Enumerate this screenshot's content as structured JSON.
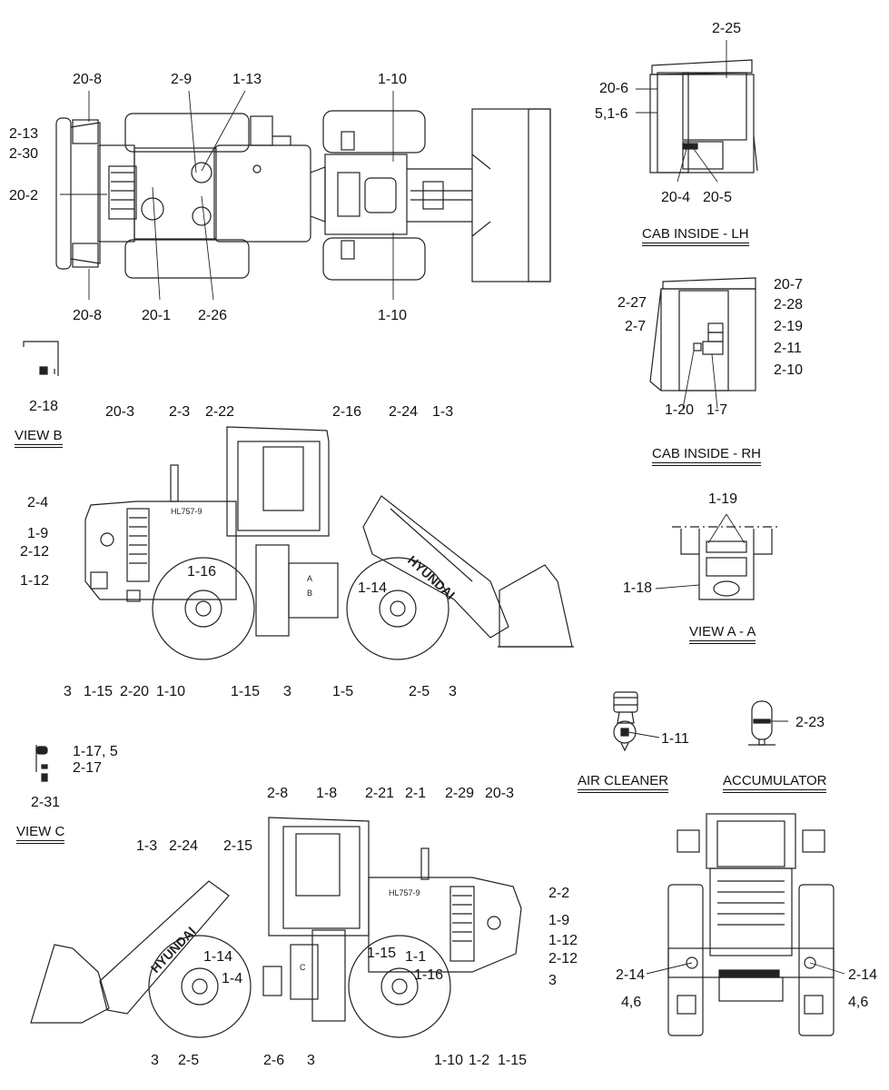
{
  "titles": {
    "view_b": "VIEW B",
    "view_c": "VIEW C",
    "cab_lh": "CAB INSIDE - LH",
    "cab_rh": "CAB INSIDE - RH",
    "view_aa": "VIEW A - A",
    "air_cleaner": "AIR CLEANER",
    "accumulator": "ACCUMULATOR"
  },
  "callouts": {
    "top": [
      "20-8",
      "2-9",
      "1-13",
      "1-10",
      "2-13",
      "2-30",
      "20-2",
      "20-8",
      "20-1",
      "2-26",
      "1-10"
    ],
    "cab_lh": [
      "2-25",
      "20-6",
      "5,1-6",
      "20-4",
      "20-5"
    ],
    "cab_rh": [
      "20-7",
      "2-27",
      "2-28",
      "2-7",
      "2-19",
      "2-11",
      "2-10",
      "1-20",
      "1-7"
    ],
    "view_b": [
      "2-18"
    ],
    "left_side": [
      "20-3",
      "2-3",
      "2-22",
      "2-16",
      "2-24",
      "1-3",
      "2-4",
      "1-9",
      "2-12",
      "1-12",
      "1-16",
      "1-14",
      "3",
      "1-15",
      "2-20",
      "1-10",
      "1-15",
      "3",
      "1-5",
      "2-5",
      "3"
    ],
    "view_aa": [
      "1-19",
      "1-18"
    ],
    "air_cleaner": [
      "1-11"
    ],
    "accumulator": [
      "2-23"
    ],
    "view_c": [
      "1-17, 5",
      "2-17",
      "2-31"
    ],
    "right_side": [
      "2-8",
      "1-8",
      "2-21",
      "2-1",
      "2-29",
      "20-3",
      "1-3",
      "2-24",
      "2-15",
      "2-2",
      "1-9",
      "1-12",
      "2-12",
      "1-14",
      "1-4",
      "1-15",
      "1-1",
      "1-16",
      "3",
      "3",
      "2-5",
      "2-6",
      "3",
      "1-10",
      "1-2",
      "1-15"
    ],
    "front": [
      "2-14",
      "2-14",
      "4,6",
      "4,6"
    ]
  },
  "decals": {
    "brand": "HYUNDAI",
    "model": "HL757-9",
    "section_mark_a": "A",
    "section_mark_b": "B",
    "section_mark_c": "C"
  }
}
